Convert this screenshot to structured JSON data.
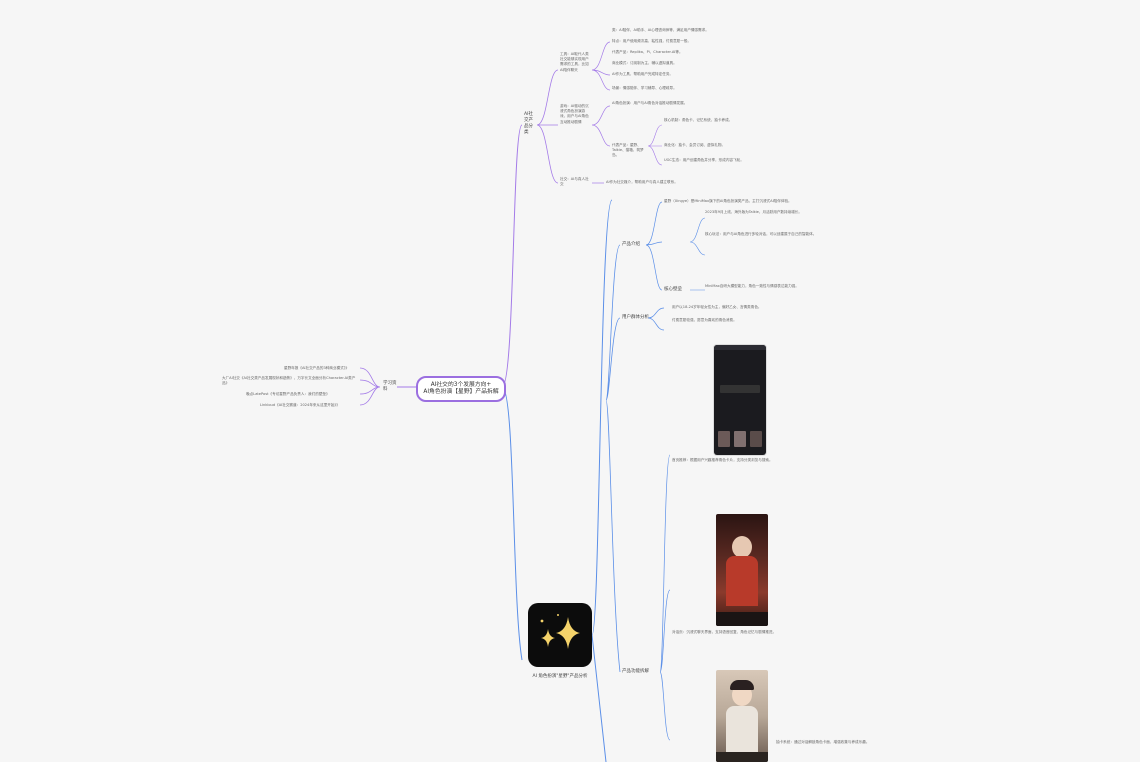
{
  "root": {
    "line1": "AI社交的3个发展方向+",
    "line2": "AI角色扮演【星野】产品拆解"
  },
  "learning": {
    "label": "学习资料",
    "items": [
      "星野年报《AI社交产品的3种商业模式》》",
      "大厂AI社交《AI社交类产品发展现状和趋势》，万字长文全面分析Character.AI类产品》",
      "晚点LatePost《专访星野产品负责人：我们的壁垒》",
      "Linkloud《AI社交赛道：2024年来从这里开始》》"
    ]
  },
  "ai_social": {
    "label": "AI社交产品分类",
    "branches": [
      {
        "label": "工具：AI取代人类社交能够实现用户需求的工具，比如AI陪伴聊天",
        "leaves": [
          "类：AI陪伴、AI助手、AI心理咨询师等，满足用户情感需求。",
          "特点：用户使用频次高、粘性强，付费意愿一般。",
          "代表产品：Replika、Pi、Character.AI等。",
          "商业模式：订阅制为主，辅以虚拟道具。",
          "AI作为工具，帮助用户完成特定任务。",
          "场景：情感陪伴、学习辅导、心理疏导。"
        ]
      },
      {
        "label": "游戏：AI驱动的沉浸式角色扮演游戏，用户与AI角色互动推动剧情",
        "leaves": [
          "AI角色扮演：用户与AI角色对话推动剧情发展。",
          "代表产品：星野、Talkie、猫箱、筑梦岛。",
          "核心机制：角色卡、记忆系统、抽卡养成。",
          "商业化：抽卡、会员订阅、虚拟礼物。",
          "UGC生态：用户创建角色并分享，形成内容飞轮。"
        ]
      },
      {
        "label": "社交：AI与真人社交",
        "leaves": [
          "AI作为社交媒介，帮助用户与真人建立联系。"
        ]
      }
    ]
  },
  "xingye": {
    "label": "AI 角色扮演\"星野\"产品分析",
    "sections": [
      {
        "label": "产品介绍",
        "leaves": [
          "星野（Xingye）是MiniMax旗下的AI角色扮演类产品，主打沉浸式AI陪伴体验。",
          "2023年9月上线，海外版为Talkie，月活跃用户数持续增长。",
          "核心玩法：用户与AI角色进行多轮对话，可以创建属于自己的智能体。"
        ]
      },
      {
        "label": "核心壁垒",
        "leaves": [
          "MiniMax自研大模型能力，角色一致性与情感表达能力强。"
        ]
      },
      {
        "label": "用户群体分析",
        "leaves": [
          "用户以18-24岁年轻女性为主，偏好乙女、言情类角色。",
          "付费意愿较强，愿意为喜欢的角色消费。"
        ]
      },
      {
        "label": "产品功能拆解",
        "leaves": [
          "首页推荐：根据用户兴趣推荐角色卡片，支持分类浏览与搜索。",
          "对话页：沉浸式聊天界面，支持语音回复、角色记忆与剧情推进。",
          "抽卡系统：通过对话解锁角色卡面，增强收集与养成乐趣。"
        ]
      }
    ]
  },
  "icons": {
    "app": "sparkle-icon"
  },
  "colors": {
    "root_border": "#9b6fe0",
    "purple_line": "#a47be8",
    "blue_line": "#5b8fe8"
  }
}
